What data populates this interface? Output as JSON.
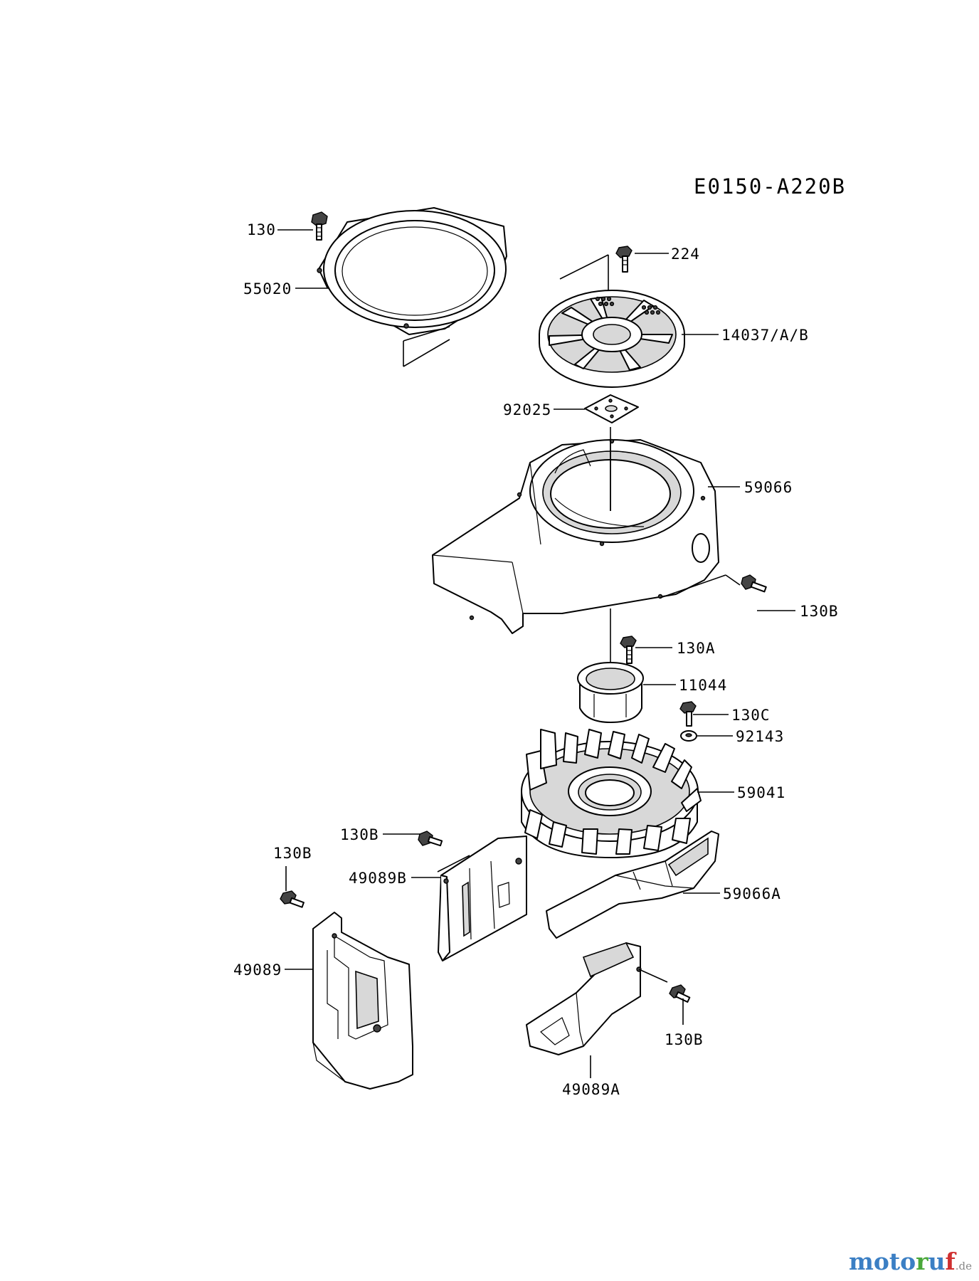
{
  "diagram_code": "E0150-A220B",
  "labels": {
    "l130": "130",
    "l55020": "55020",
    "l224": "224",
    "l14037": "14037/A/B",
    "l92025": "92025",
    "l59066": "59066",
    "l130B_right": "130B",
    "l130A": "130A",
    "l11044": "11044",
    "l130C": "130C",
    "l92143": "92143",
    "l59041": "59041",
    "l130B_mid": "130B",
    "l49089B": "49089B",
    "l130B_left": "130B",
    "l59066A": "59066A",
    "l49089": "49089",
    "l130B_bottom": "130B",
    "l49089A": "49089A"
  },
  "watermark": {
    "text_a": "moto",
    "text_b": "r",
    "text_c": "u",
    "text_d": "f",
    "suffix": ".de"
  }
}
